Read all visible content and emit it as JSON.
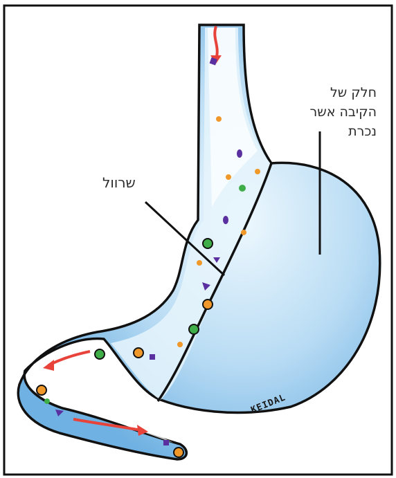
{
  "labels": {
    "removed_part_lines": [
      "חלק של",
      "הקיבה אשר",
      "נכרת"
    ],
    "sleeve": "שרוול",
    "signature": "KEIDAL"
  },
  "colors": {
    "stomach_fill": "#a8d2f0",
    "stomach_light": "#eaf6fd",
    "outline": "#111111",
    "arrow": "#e8433a",
    "particle_orange": "#f0982a",
    "particle_green": "#3fae49",
    "particle_purple": "#5a2fa0"
  },
  "icons": [
    "flow-arrow-icon",
    "food-particle-icon"
  ]
}
